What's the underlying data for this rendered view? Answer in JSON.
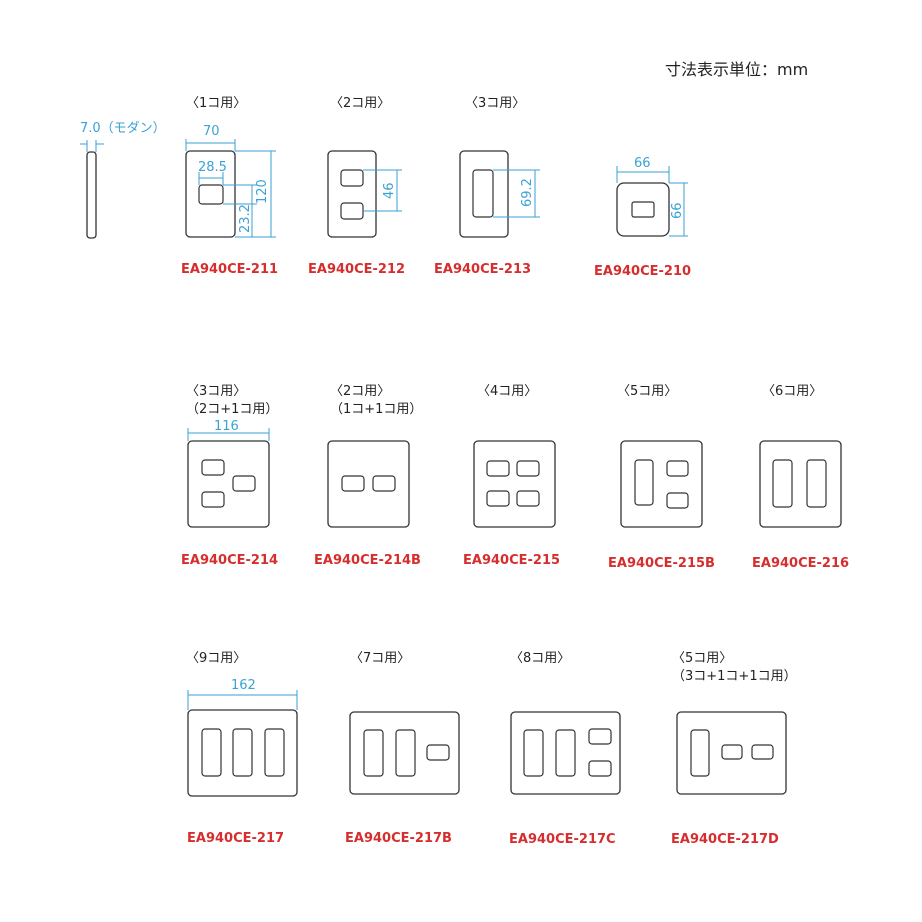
{
  "unit_note": "寸法表示単位：mm",
  "side_view": {
    "caption": "7.0（モダン）"
  },
  "plates": [
    {
      "id": "211",
      "caption": [
        "〈1コ用〉"
      ],
      "code": "EA940CE-211",
      "dims": [
        "70",
        "28.5",
        "120",
        "23.2"
      ]
    },
    {
      "id": "212",
      "caption": [
        "〈2コ用〉"
      ],
      "code": "EA940CE-212",
      "dims": [
        "46"
      ]
    },
    {
      "id": "213",
      "caption": [
        "〈3コ用〉"
      ],
      "code": "EA940CE-213",
      "dims": [
        "69.2"
      ]
    },
    {
      "id": "210",
      "caption": [],
      "code": "EA940CE-210",
      "dims": [
        "66",
        "66"
      ]
    },
    {
      "id": "214",
      "caption": [
        "〈3コ用〉",
        "（2コ+1コ用）"
      ],
      "code": "EA940CE-214",
      "dims": [
        "116"
      ]
    },
    {
      "id": "214B",
      "caption": [
        "〈2コ用〉",
        "（1コ+1コ用）"
      ],
      "code": "EA940CE-214B",
      "dims": []
    },
    {
      "id": "215",
      "caption": [
        "〈4コ用〉"
      ],
      "code": "EA940CE-215",
      "dims": []
    },
    {
      "id": "215B",
      "caption": [
        "〈5コ用〉"
      ],
      "code": "EA940CE-215B",
      "dims": []
    },
    {
      "id": "216",
      "caption": [
        "〈6コ用〉"
      ],
      "code": "EA940CE-216",
      "dims": []
    },
    {
      "id": "217",
      "caption": [
        "〈9コ用〉"
      ],
      "code": "EA940CE-217",
      "dims": [
        "162"
      ]
    },
    {
      "id": "217B",
      "caption": [
        "〈7コ用〉"
      ],
      "code": "EA940CE-217B",
      "dims": []
    },
    {
      "id": "217C",
      "caption": [
        "〈8コ用〉"
      ],
      "code": "EA940CE-217C",
      "dims": []
    },
    {
      "id": "217D",
      "caption": [
        "〈5コ用〉",
        "（3コ+1コ+1コ用）"
      ],
      "code": "EA940CE-217D",
      "dims": []
    }
  ],
  "colors": {
    "code": "#d62e2e",
    "dimension": "#3aa2d4",
    "outline": "#333333"
  }
}
